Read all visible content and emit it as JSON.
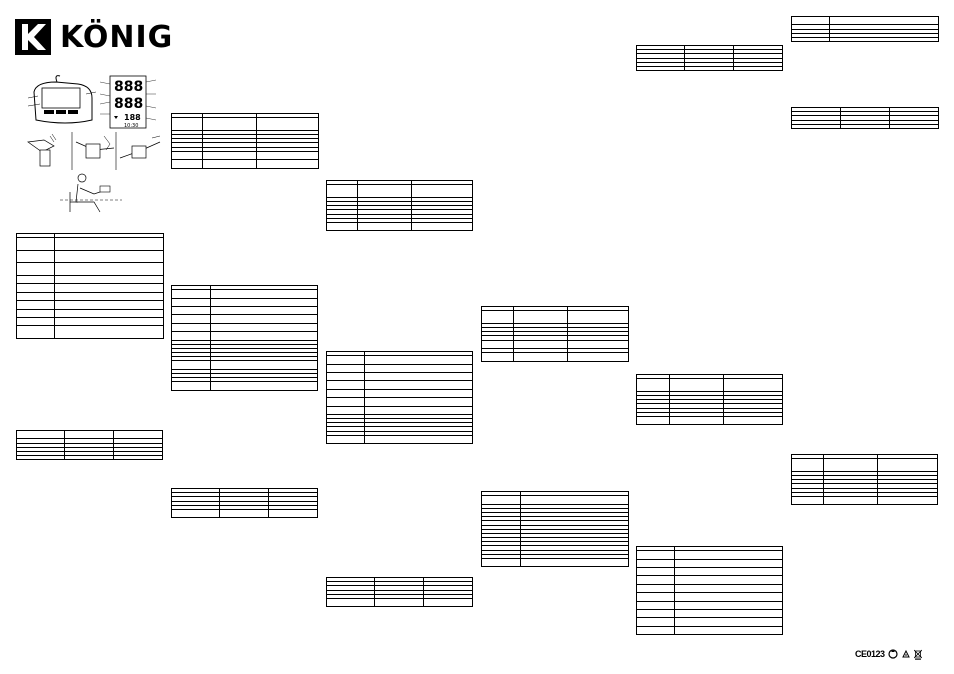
{
  "brand": {
    "name": "KÖNIG"
  },
  "certification": {
    "text": "CE0123"
  },
  "icons": {
    "logo": "konig-k-logo-icon",
    "device": "wrist-blood-pressure-monitor-icon",
    "display": "lcd-display-icon",
    "usage": "wrist-cuff-usage-icon",
    "posture": "seated-posture-icon",
    "recycle": "recycle-icon",
    "weee": "crossed-out-bin-icon"
  },
  "display_digits": {
    "sys": "888",
    "dia": "888",
    "pulse": "188",
    "time": "10:30"
  },
  "tables": [
    {
      "id": "t1",
      "cols": [
        38,
        109
      ],
      "rows": [
        [
          1,
          1
        ],
        [
          3,
          2
        ],
        [
          3,
          2
        ],
        [
          3,
          2
        ],
        [
          2,
          2
        ],
        [
          2,
          2
        ],
        [
          2,
          2
        ],
        [
          2,
          2
        ],
        [
          2,
          2
        ],
        [
          2,
          2
        ],
        [
          3,
          2
        ]
      ]
    },
    {
      "id": "t2",
      "cols": [
        48,
        49,
        49
      ],
      "rows": [
        [
          2,
          1
        ],
        [
          1,
          1
        ],
        [
          1,
          1
        ],
        [
          1,
          1
        ],
        [
          1,
          1
        ],
        [
          1,
          1
        ]
      ]
    },
    {
      "id": "t3",
      "cols": [
        31,
        54,
        62
      ],
      "rows": [
        [
          1,
          1
        ],
        [
          3,
          2
        ],
        [
          1,
          1
        ],
        [
          1,
          1
        ],
        [
          1,
          1
        ],
        [
          1,
          1
        ],
        [
          1,
          1
        ],
        [
          2,
          2
        ],
        [
          2,
          2
        ]
      ]
    },
    {
      "id": "t4",
      "cols": [
        39,
        107
      ],
      "rows": [
        [
          1,
          1
        ],
        [
          2,
          2
        ],
        [
          2,
          2
        ],
        [
          2,
          2
        ],
        [
          2,
          2
        ],
        [
          2,
          2
        ],
        [
          2,
          2
        ],
        [
          1,
          1
        ],
        [
          1,
          1
        ],
        [
          1,
          1
        ],
        [
          1,
          1
        ],
        [
          1,
          1
        ],
        [
          2,
          2
        ],
        [
          1,
          1
        ],
        [
          1,
          1
        ],
        [
          1,
          1
        ],
        [
          2,
          2
        ]
      ]
    },
    {
      "id": "t5",
      "cols": [
        48,
        49,
        49
      ],
      "rows": [
        [
          1,
          1
        ],
        [
          1,
          1
        ],
        [
          1,
          1
        ],
        [
          1,
          1
        ],
        [
          1,
          1
        ],
        [
          2,
          2
        ]
      ]
    },
    {
      "id": "t6",
      "cols": [
        31,
        54,
        61
      ],
      "rows": [
        [
          1,
          1
        ],
        [
          3,
          2
        ],
        [
          1,
          1
        ],
        [
          1,
          1
        ],
        [
          1,
          1
        ],
        [
          1,
          1
        ],
        [
          1,
          1
        ],
        [
          1,
          1
        ],
        [
          2,
          2
        ]
      ]
    },
    {
      "id": "t7",
      "cols": [
        38,
        108
      ],
      "rows": [
        [
          1,
          1
        ],
        [
          2,
          2
        ],
        [
          2,
          2
        ],
        [
          2,
          2
        ],
        [
          2,
          2
        ],
        [
          2,
          2
        ],
        [
          2,
          2
        ],
        [
          2,
          2
        ],
        [
          1,
          1
        ],
        [
          1,
          1
        ],
        [
          1,
          1
        ],
        [
          1,
          1
        ],
        [
          1,
          1
        ],
        [
          2,
          2
        ]
      ]
    },
    {
      "id": "t8",
      "cols": [
        48,
        49,
        49
      ],
      "rows": [
        [
          1,
          1
        ],
        [
          1,
          1
        ],
        [
          1,
          1
        ],
        [
          1,
          1
        ],
        [
          1,
          1
        ],
        [
          2,
          2
        ]
      ]
    },
    {
      "id": "t9",
      "cols": [
        32,
        54,
        61
      ],
      "rows": [
        [
          1,
          1
        ],
        [
          3,
          2
        ],
        [
          1,
          1
        ],
        [
          1,
          1
        ],
        [
          1,
          1
        ],
        [
          1,
          1
        ],
        [
          2,
          2
        ],
        [
          1,
          1
        ],
        [
          2,
          2
        ]
      ]
    },
    {
      "id": "t10",
      "cols": [
        39,
        108
      ],
      "rows": [
        [
          1,
          1
        ],
        [
          2,
          2
        ],
        [
          1,
          1
        ],
        [
          1,
          1
        ],
        [
          1,
          1
        ],
        [
          1,
          1
        ],
        [
          1,
          1
        ],
        [
          1,
          1
        ],
        [
          1,
          1
        ],
        [
          1,
          1
        ],
        [
          1,
          1
        ],
        [
          1,
          1
        ],
        [
          1,
          1
        ],
        [
          1,
          1
        ],
        [
          1,
          1
        ],
        [
          2,
          2
        ]
      ]
    },
    {
      "id": "t11",
      "cols": [
        48,
        49,
        49
      ],
      "rows": [
        [
          1,
          1
        ],
        [
          1,
          1
        ],
        [
          1,
          1
        ],
        [
          1,
          1
        ],
        [
          1,
          1
        ],
        [
          1,
          1
        ]
      ]
    },
    {
      "id": "t12",
      "cols": [
        33,
        54,
        59
      ],
      "rows": [
        [
          1,
          1
        ],
        [
          3,
          2
        ],
        [
          1,
          1
        ],
        [
          1,
          1
        ],
        [
          1,
          1
        ],
        [
          1,
          1
        ],
        [
          1,
          1
        ],
        [
          1,
          1
        ],
        [
          2,
          2
        ]
      ]
    },
    {
      "id": "t13",
      "cols": [
        38,
        108
      ],
      "rows": [
        [
          1,
          1
        ],
        [
          2,
          2
        ],
        [
          2,
          2
        ],
        [
          2,
          2
        ],
        [
          2,
          2
        ],
        [
          2,
          2
        ],
        [
          2,
          2
        ],
        [
          2,
          2
        ],
        [
          2,
          2
        ],
        [
          2,
          2
        ],
        [
          2,
          2
        ]
      ]
    },
    {
      "id": "t14",
      "cols": [
        38,
        109
      ],
      "rows": [
        [
          2,
          1
        ],
        [
          1,
          1
        ],
        [
          1,
          1
        ],
        [
          1,
          1
        ],
        [
          1,
          1
        ]
      ]
    },
    {
      "id": "t15",
      "cols": [
        49,
        49,
        49
      ],
      "rows": [
        [
          1,
          1
        ],
        [
          1,
          1
        ],
        [
          1,
          1
        ],
        [
          1,
          1
        ],
        [
          1,
          1
        ]
      ]
    },
    {
      "id": "t16",
      "cols": [
        32,
        54,
        60
      ],
      "rows": [
        [
          1,
          1
        ],
        [
          3,
          2
        ],
        [
          1,
          1
        ],
        [
          1,
          1
        ],
        [
          1,
          1
        ],
        [
          1,
          1
        ],
        [
          1,
          1
        ],
        [
          1,
          1
        ],
        [
          2,
          2
        ]
      ]
    }
  ]
}
